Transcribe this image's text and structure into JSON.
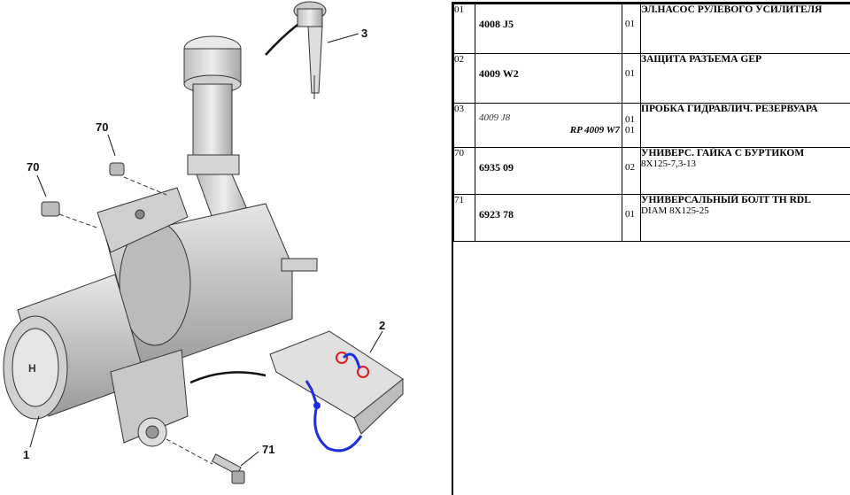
{
  "diagram": {
    "callouts": [
      "3",
      "70",
      "70",
      "2",
      "1",
      "71"
    ]
  },
  "parts": [
    {
      "no": "01",
      "ref": "4008 J5",
      "qty": "01",
      "title": "ЭЛ.НАСОС РУЛЕВОГО УСИЛИТЕЛЯ",
      "sub": ""
    },
    {
      "no": "02",
      "ref": "4009 W2",
      "qty": "01",
      "title": "ЗАЩИТА РАЗЪЕМА GEP",
      "sub": ""
    },
    {
      "no": "03",
      "ref": "4009 J8",
      "ref2": "RP 4009 W7",
      "qty": "01",
      "qty2": "01",
      "title": "ПРОБКА ГИДРАВЛИЧ. РЕЗЕРВУАРА",
      "sub": ""
    },
    {
      "no": "70",
      "ref": "6935 09",
      "qty": "02",
      "title": "УНИВЕРС. ГАЙКА С БУРТИКОМ",
      "sub": "8X125-7,3-13"
    },
    {
      "no": "71",
      "ref": "6923 78",
      "qty": "01",
      "title": "УНИВЕРСАЛЬНЫЙ БОЛТ TH RDL",
      "sub": "DIAM 8X125-25"
    }
  ],
  "colors": {
    "markup_blue": "#1a2ee0",
    "markup_red": "#e01a1a"
  }
}
